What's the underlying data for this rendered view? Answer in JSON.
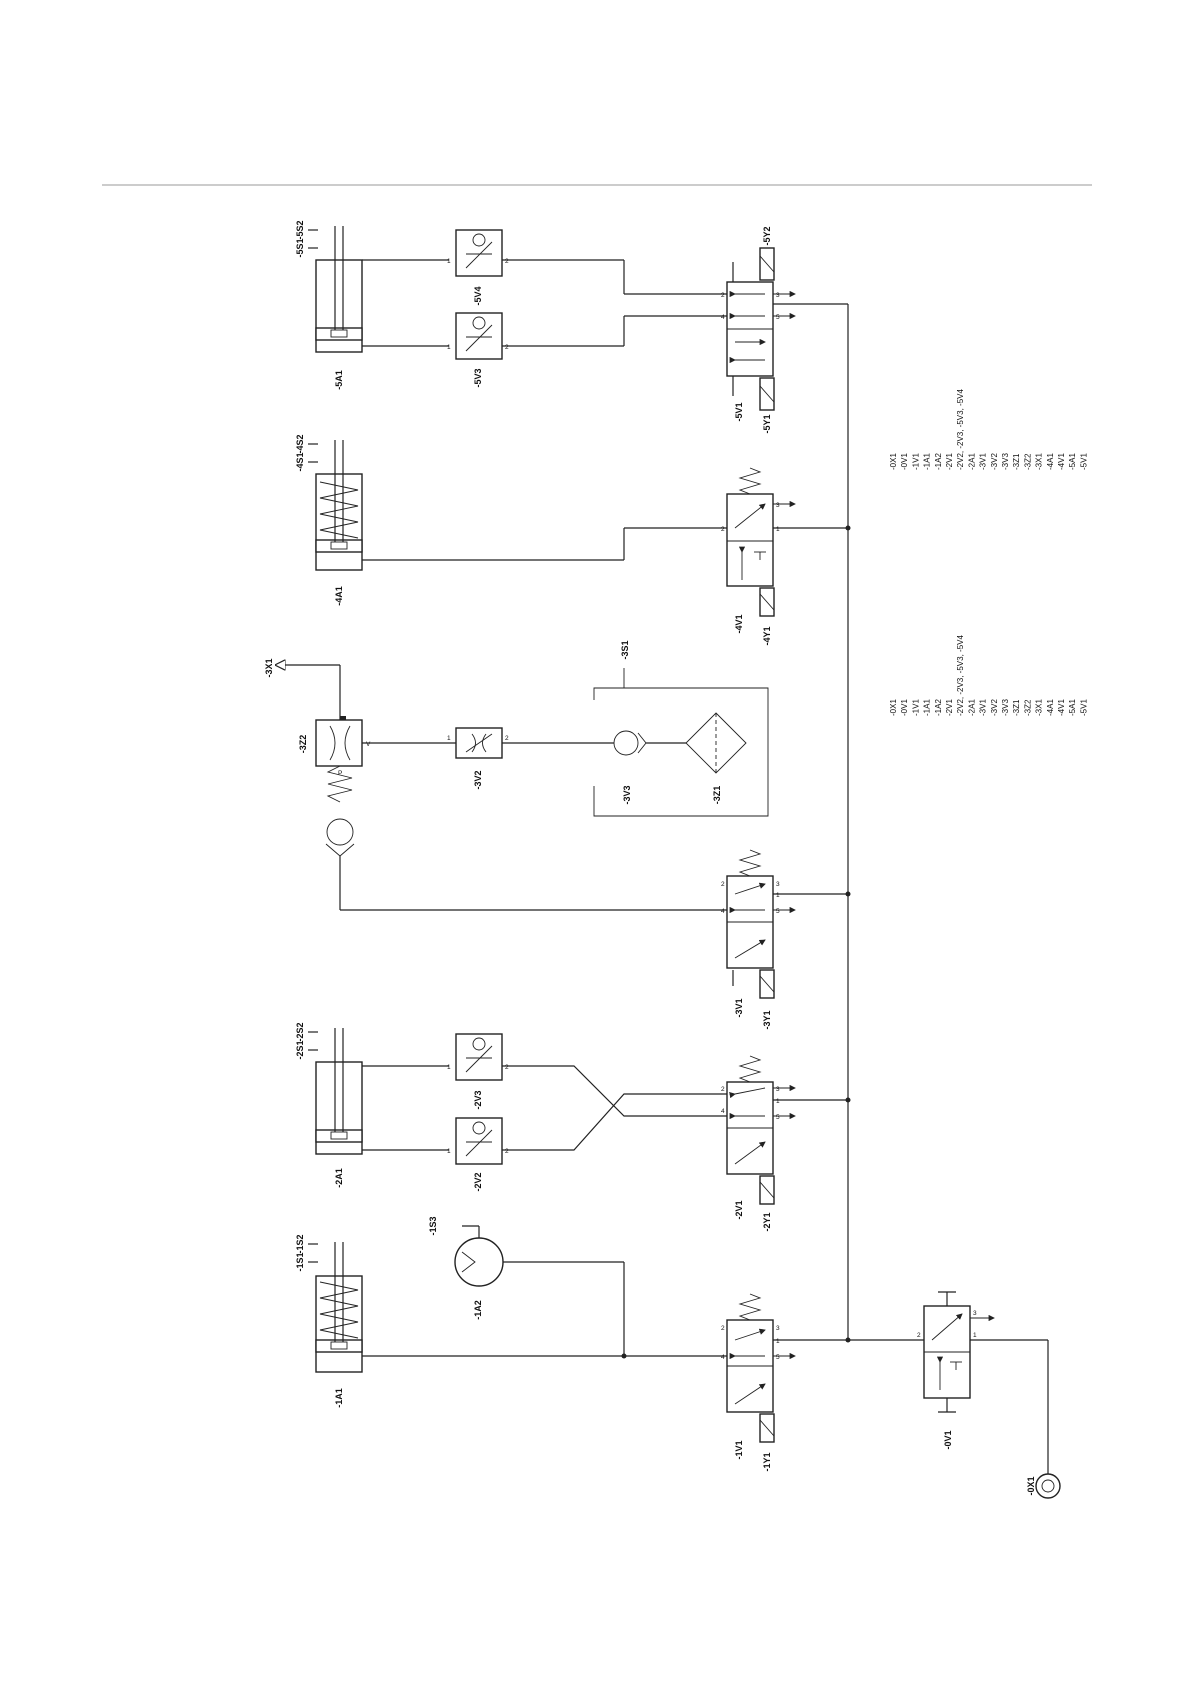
{
  "components": {
    "A5": "-5A1",
    "S5a": "-5S1",
    "S5b": "-5S2",
    "V5_3": "-5V3",
    "V5_4": "-5V4",
    "V5_1": "-5V1",
    "Y5_1": "-5Y1",
    "Y5_2": "-5Y2",
    "A4": "-4A1",
    "S4a": "-4S1",
    "S4b": "-4S2",
    "V4_1": "-4V1",
    "Y4_1": "-4Y1",
    "X3": "-3X1",
    "Z3_2": "-3Z2",
    "V3_2": "-3V2",
    "S3": "-3S1",
    "V3_3": "-3V3",
    "Z3_1": "-3Z1",
    "V3_1": "-3V1",
    "Y3_1": "-3Y1",
    "A2": "-2A1",
    "S2a": "-2S1",
    "S2b": "-2S2",
    "V2_3": "-2V3",
    "V2_2": "-2V2",
    "V2_1": "-2V1",
    "Y2_1": "-2Y1",
    "A1": "-1A1",
    "S1a": "-1S1",
    "S1b": "-1S2",
    "S1c": "-1S3",
    "A1_2": "-1A2",
    "V1_1": "-1V1",
    "Y1_1": "-1Y1",
    "V0": "-0V1",
    "X0": "-0X1"
  },
  "ports": {
    "p1": "1",
    "p2": "2",
    "p3": "3",
    "p4": "4",
    "p5": "5",
    "pP": "P",
    "pV": "V"
  },
  "lists": {
    "list1": [
      "-0X1",
      "-0V1",
      "-1V1",
      "-1A1",
      "-1A2",
      "-2V1",
      "-2V2, -2V3, -5V3, -5V4",
      "-2A1",
      "-3V1",
      "-3V2",
      "-3V3",
      "-3Z1",
      "-3Z2",
      "-3X1",
      "-4A1",
      "-4V1",
      "-5A1",
      "-5V1"
    ],
    "list2": [
      "-0X1",
      "-0V1",
      "-1V1",
      "-1A1",
      "-1A2",
      "-2V1",
      "-2V2, -2V3, -5V3, -5V4",
      "-2A1",
      "-3V1",
      "-3V2",
      "-3V3",
      "-3Z1",
      "-3Z2",
      "-3X1",
      "-4A1",
      "-4V1",
      "-5A1",
      "-5V1"
    ]
  }
}
